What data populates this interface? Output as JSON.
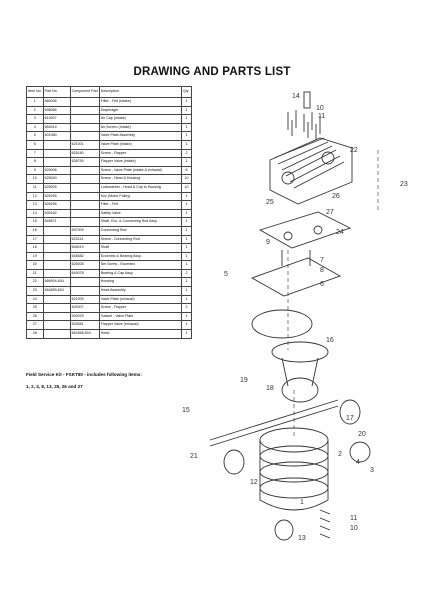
{
  "title": "DRAWING AND PARTS LIST",
  "table": {
    "headers": [
      "Item No.",
      "Part No.",
      "Component Part",
      "Description",
      "Qty"
    ],
    "rows": [
      [
        "1",
        "684006",
        "",
        "Filter - Felt (intake)",
        "1"
      ],
      [
        "2",
        "698066",
        "",
        "Diaphragm",
        "1"
      ],
      [
        "3",
        "614007",
        "",
        "Air Cap (Intake)",
        "1"
      ],
      [
        "4",
        "654014",
        "",
        "Air Screen (Intake)",
        "1"
      ],
      [
        "5",
        "601080",
        "",
        "Valve Plate Assembly",
        "1"
      ],
      [
        "6",
        "",
        "621001",
        "Valve Plate (intake)",
        "1"
      ],
      [
        "7",
        "",
        "625180",
        "Screw - Flapper",
        "2"
      ],
      [
        "8",
        "",
        "638759",
        "Flapper Valve (intake)",
        "1"
      ],
      [
        "9",
        "625006",
        "",
        "Screw - Valve Plate (intake & exhaust)",
        "6"
      ],
      [
        "10",
        "625040",
        "",
        "Screw - Head & Housing",
        "10"
      ],
      [
        "11",
        "625005",
        "",
        "Lockwasher - Head & Cap to Housing",
        "10"
      ],
      [
        "12",
        "626255",
        "",
        "Key (Motor Pulley)",
        "1"
      ],
      [
        "13",
        "626256",
        "",
        "Filter - Felt",
        "1"
      ],
      [
        "14",
        "630162",
        "",
        "Safety Valve",
        "1"
      ],
      [
        "15",
        "645671",
        "",
        "Shaft, Ecc. & Connecting Rod Assy.",
        "1"
      ],
      [
        "16",
        "",
        "697009",
        "Connecting Rod",
        "1"
      ],
      [
        "17",
        "",
        "625114",
        "Screw - Connecting Rod",
        "1"
      ],
      [
        "18",
        "",
        "646019",
        "Shaft",
        "1"
      ],
      [
        "19",
        "",
        "645682",
        "Eccentric & Bearing Assy.",
        "1"
      ],
      [
        "20",
        "",
        "626008",
        "Set Screw - Eccentric",
        "1"
      ],
      [
        "21",
        "",
        "649078",
        "Bearing & Cap Assy.",
        "2"
      ],
      [
        "22",
        "666904-604",
        "",
        "Housing",
        "1"
      ],
      [
        "23",
        "664899-604",
        "",
        "Head Assembly",
        "1"
      ],
      [
        "24",
        "",
        "621009",
        "Valve Plate (exhaust)",
        "1"
      ],
      [
        "25",
        "",
        "625307",
        "Screw - Flapper",
        "2"
      ],
      [
        "26",
        "",
        "630029",
        "Gasket - Valve Plate",
        "1"
      ],
      [
        "27",
        "",
        "633081",
        "Flapper Valve (exhaust)",
        "1"
      ],
      [
        "28",
        "",
        "661898-504",
        "Head",
        "1"
      ]
    ]
  },
  "kit": {
    "title": "Field Service Kit - FSKT80 - includes following items:",
    "items": "1, 2, 4, 8, 13, 25, 26 and 27"
  },
  "callouts": [
    "14",
    "10",
    "11",
    "22",
    "23",
    "26",
    "25",
    "27",
    "9",
    "24",
    "5",
    "7",
    "8",
    "6",
    "16",
    "19",
    "18",
    "15",
    "17",
    "20",
    "21",
    "2",
    "4",
    "3",
    "12",
    "1",
    "11",
    "10",
    "13"
  ]
}
